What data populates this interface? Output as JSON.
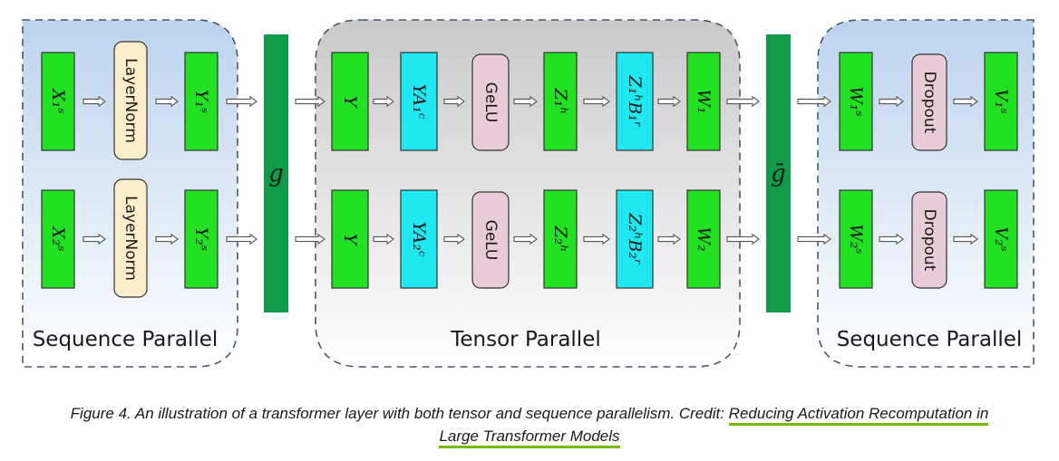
{
  "colors": {
    "green_box": "#22e022",
    "cyan_box": "#1fe8f0",
    "pink_box": "#e8ccd8",
    "cream_box": "#fdeecb",
    "bar": "#119b48",
    "seq_panel": "#bcd3ee",
    "tensor_panel": "#c9c9c9",
    "link_underline": "#76b900"
  },
  "diagram": {
    "regions": [
      {
        "name": "sequence-parallel-left",
        "label": "Sequence Parallel"
      },
      {
        "name": "tensor-parallel",
        "label": "Tensor Parallel"
      },
      {
        "name": "sequence-parallel-right",
        "label": "Sequence Parallel"
      }
    ],
    "g_label": "g",
    "gbar_label": "ḡ",
    "rows": [
      {
        "input": "X₁ˢ",
        "norm": "LayerNorm",
        "norm_out": "Y₁ˢ",
        "y": "Y",
        "ya": "YA₁ᶜ",
        "gelu": "GeLU",
        "z": "Z₁ʰ",
        "zb": "Z₁ʰB₁ʳ",
        "w": "W₁",
        "ws": "W₁ˢ",
        "dropout": "Dropout",
        "v": "V₁ˢ"
      },
      {
        "input": "X₂ˢ",
        "norm": "LayerNorm",
        "norm_out": "Y₂ˢ",
        "y": "Y",
        "ya": "YA₂ᶜ",
        "gelu": "GeLU",
        "z": "Z₂ʰ",
        "zb": "Z₂ʰB₂ʳ",
        "w": "W₂",
        "ws": "W₂ˢ",
        "dropout": "Dropout",
        "v": "V₂ˢ"
      }
    ]
  },
  "caption": {
    "text": "Figure 4. An illustration of a transformer layer with both tensor and sequence parallelism. Credit: ",
    "link_line1": "Reducing Activation Recomputation in",
    "link_line2": "Large Transformer Models"
  }
}
